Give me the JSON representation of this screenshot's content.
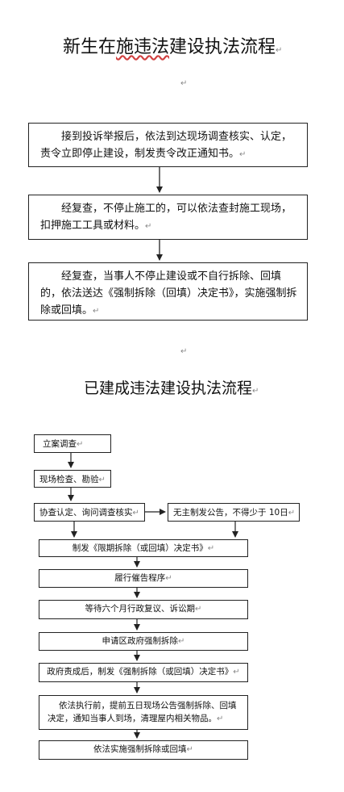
{
  "top": {
    "title_prefix": "新生在",
    "title_underlined": "施违法",
    "title_suffix": "建设执法流程",
    "steps": [
      "接到投诉举报后，依法到达现场调查核实、认定，责令立即停止建设，制发责令改正通知书。",
      "经复查，不停止施工的，可以依法查封施工现场，扣押施工工具或材料。",
      "经复查，当事人不停止建设或不自行拆除、回填的，依法送达《强制拆除（回填）决定书》，实施强制拆除或回填。"
    ]
  },
  "bottom": {
    "title": "已建成违法建设执法流程",
    "steps": {
      "s1": "立案调查",
      "s2": "现场检查、勘验",
      "s3": "协查认定、询问调查核实",
      "s3b": "无主制发公告，不得少于 10日",
      "s4": "制发《限期拆除（或回填）决定书》",
      "s5": "履行催告程序",
      "s6": "等待六个月行政复议、诉讼期",
      "s7": "申请区政府强制拆除",
      "s8": "政府责成后，制发《强制拆除（或回填）决定书》",
      "s9": "依法执行前，提前五日现场公告强制拆除、回填决定，通知当事人到场，清理屋内相关物品。",
      "s10": "依法实施强制拆除或回填"
    }
  },
  "marks": {
    "para": "↵"
  }
}
